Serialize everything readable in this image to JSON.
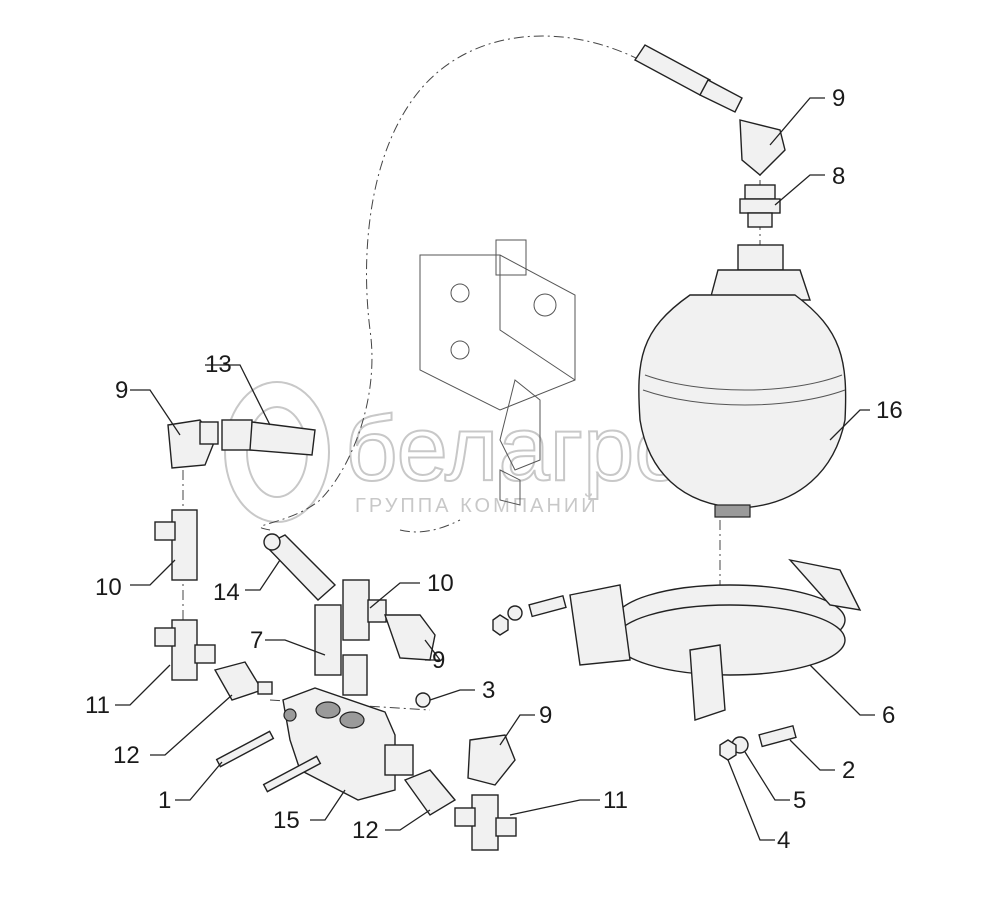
{
  "watermark": {
    "brand": "белагро",
    "subtitle": "ГРУППА КОМПАНИЙ"
  },
  "callouts": [
    {
      "id": "c9a",
      "label": "9"
    },
    {
      "id": "c8",
      "label": "8"
    },
    {
      "id": "c13",
      "label": "13"
    },
    {
      "id": "c9b",
      "label": "9"
    },
    {
      "id": "c16",
      "label": "16"
    },
    {
      "id": "c10a",
      "label": "10"
    },
    {
      "id": "c14",
      "label": "14"
    },
    {
      "id": "c10b",
      "label": "10"
    },
    {
      "id": "c7",
      "label": "7"
    },
    {
      "id": "c9c",
      "label": "9"
    },
    {
      "id": "c11a",
      "label": "11"
    },
    {
      "id": "c3",
      "label": "3"
    },
    {
      "id": "c6",
      "label": "6"
    },
    {
      "id": "c12a",
      "label": "12"
    },
    {
      "id": "c9d",
      "label": "9"
    },
    {
      "id": "c2",
      "label": "2"
    },
    {
      "id": "c1",
      "label": "1"
    },
    {
      "id": "c5",
      "label": "5"
    },
    {
      "id": "c11b",
      "label": "11"
    },
    {
      "id": "c15",
      "label": "15"
    },
    {
      "id": "c12b",
      "label": "12"
    },
    {
      "id": "c4",
      "label": "4"
    }
  ]
}
